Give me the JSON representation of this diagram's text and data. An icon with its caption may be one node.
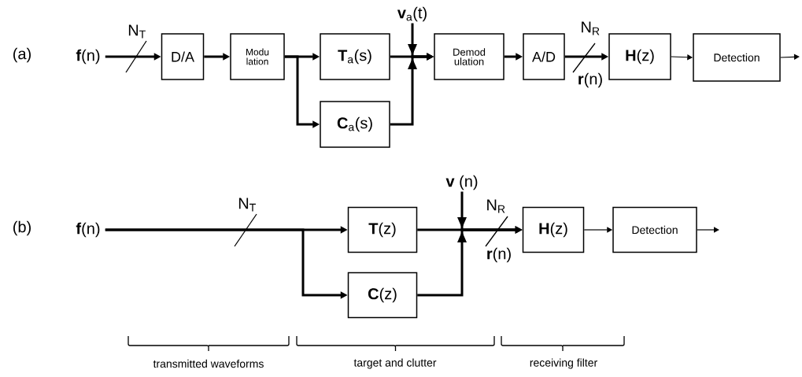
{
  "diagram": {
    "nodes": [
      {
        "text": [
          "**f**(n)"
        ]
      },
      {
        "text": [
          "D/A"
        ]
      },
      {
        "text": [
          "Modu lation"
        ]
      },
      {
        "text": [
          "**T**$_{a}$(s)"
        ]
      },
      {
        "text": [
          "**C**$_{a}$(s)"
        ]
      },
      {
        "text": [
          "**v**$_{a}$(t)"
        ]
      },
      {
        "text": [
          "Demod ulation"
        ]
      },
      {
        "text": [
          "A/D"
        ]
      },
      {
        "text": [
          "**H**(z)"
        ]
      },
      {
        "text": [
          "Detection"
        ]
      },
      {
        "text": [
          "**f**(n)"
        ]
      },
      {
        "text": [
          "**T**(z)"
        ]
      },
      {
        "text": [
          "**C**(z)"
        ]
      },
      {
        "text": [
          "**v** (n)"
        ]
      },
      {
        "text": [
          "**H**(z)"
        ]
      },
      {
        "text": [
          "Detection"
        ]
      }
    ],
    "edges": [
      {
        "from": 0,
        "to": 1,
        "arrow": "to",
        "label": "N$_{T}$"
      },
      {
        "from": 1,
        "to": 2,
        "arrow": "to"
      },
      {
        "from": 2,
        "to": 3,
        "arrow": "to"
      },
      {
        "from": 2,
        "to": 4,
        "arrow": "to"
      },
      {
        "from": 3,
        "to": 6,
        "arrow": "to"
      },
      {
        "from": 4,
        "to": 6,
        "arrow": "to"
      },
      {
        "from": 5,
        "to": 6,
        "arrow": "to"
      },
      {
        "from": 6,
        "to": 7,
        "arrow": "to"
      },
      {
        "from": 7,
        "to": 8,
        "arrow": "to",
        "label": "N$_{R}$"
      },
      {
        "from": 8,
        "to": 9,
        "arrow": "to"
      },
      {
        "from": 9,
        "to": null,
        "arrow": "to"
      },
      {
        "from": 10,
        "to": 11,
        "arrow": "to",
        "label": "N$_{T}$"
      },
      {
        "from": 10,
        "to": 12,
        "arrow": "to"
      },
      {
        "from": 11,
        "to": 14,
        "arrow": "to",
        "label": "N$_{R}$"
      },
      {
        "from": 12,
        "to": 14,
        "arrow": "to"
      },
      {
        "from": 13,
        "to": 14,
        "arrow": "to"
      },
      {
        "from": 14,
        "to": 15,
        "arrow": "to"
      },
      {
        "from": 15,
        "to": null,
        "arrow": "to"
      }
    ],
    "labels": [
      "(a)",
      "(b)",
      "**r**(n)",
      "**r**(n)",
      "transmitted waveforms",
      "target and clutter",
      "receiving filter"
    ]
  }
}
